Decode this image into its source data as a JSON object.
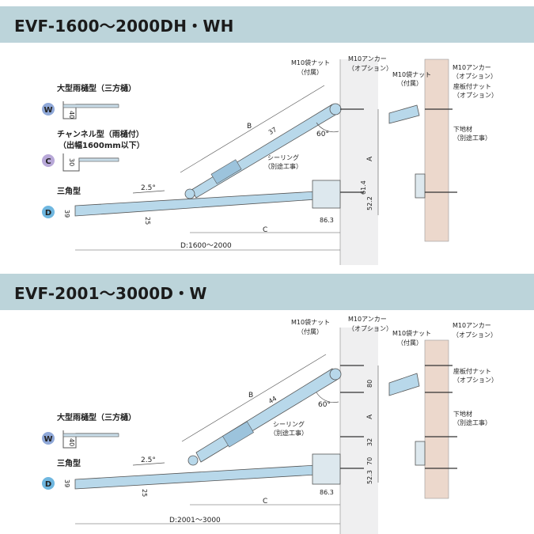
{
  "sections": [
    {
      "title": "EVF-1600～2000DH・WH",
      "types": [
        {
          "badge": "W",
          "badge_color": "#8fa8d8",
          "name": "大型雨樋型（三方樋）",
          "dim": "40"
        },
        {
          "badge": "C",
          "badge_color": "#b8a8d8",
          "name": "チャンネル型（雨樋付）",
          "sub": "（出幅1600mm以下）",
          "dim": "30"
        },
        {
          "badge": "D",
          "badge_color": "#6fb7e0",
          "name": "三角型",
          "dim": "39"
        }
      ],
      "labels": {
        "nut": "M10袋ナット",
        "nut_sub": "（付属）",
        "anchor": "M10アンカー",
        "anchor_sub": "（オプション）",
        "seat_nut": "座板付ナット",
        "seat_nut_sub": "（オプション）",
        "base": "下地材",
        "base_sub": "（別途工事）",
        "sealing": "シーリング",
        "sealing_sub": "（別途工事）",
        "slope": "2.5°",
        "angle": "60°",
        "B": "B",
        "A": "A",
        "C": "C",
        "pipe": "37",
        "beam": "25",
        "d1": "61.4",
        "d2": "52.2",
        "d3": "86.3",
        "D": "D:1600～2000"
      }
    },
    {
      "title": "EVF-2001～3000D・W",
      "types": [
        {
          "badge": "W",
          "badge_color": "#8fa8d8",
          "name": "大型雨樋型（三方樋）",
          "dim": "40"
        },
        {
          "badge": "D",
          "badge_color": "#6fb7e0",
          "name": "三角型",
          "dim": "39"
        }
      ],
      "labels": {
        "nut": "M10袋ナット",
        "nut_sub": "（付属）",
        "anchor": "M10アンカー",
        "anchor_sub": "（オプション）",
        "seat_nut": "座板付ナット",
        "seat_nut_sub": "（オプション）",
        "base": "下地材",
        "base_sub": "（別途工事）",
        "sealing": "シーリング",
        "sealing_sub": "（別途工事）",
        "slope": "2.5°",
        "angle": "60°",
        "B": "B",
        "A": "A",
        "C": "C",
        "pipe": "44",
        "beam": "25",
        "top": "80",
        "d1": "32",
        "d4": "70",
        "d2": "52.3",
        "d3": "86.3",
        "D": "D:2001～3000"
      }
    }
  ],
  "colors": {
    "header": "#bcd4da",
    "beam": "#b8d8ea",
    "wall": "#efeff0",
    "wall_right": "#ecd8cc"
  }
}
